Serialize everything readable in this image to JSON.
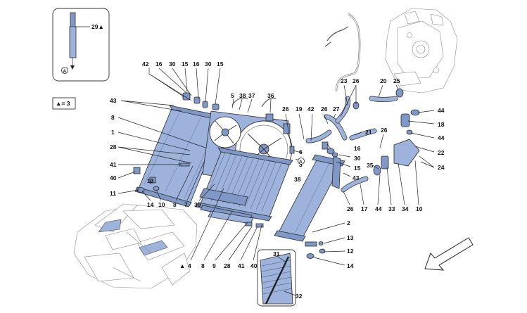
{
  "inset_top": {
    "part_label": "29▲",
    "circle_marker": "A"
  },
  "legend": {
    "text": "▲= 3"
  },
  "callouts": [
    {
      "id": "c42a",
      "text": "42"
    },
    {
      "id": "c16a",
      "text": "16"
    },
    {
      "id": "c30a",
      "text": "30"
    },
    {
      "id": "c15a",
      "text": "15"
    },
    {
      "id": "c16b",
      "text": "16"
    },
    {
      "id": "c30b",
      "text": "30"
    },
    {
      "id": "c15b",
      "text": "15"
    },
    {
      "id": "c43a",
      "text": "43"
    },
    {
      "id": "c5",
      "text": "5"
    },
    {
      "id": "c38a",
      "text": "38"
    },
    {
      "id": "c37",
      "text": "37"
    },
    {
      "id": "c36",
      "text": "36"
    },
    {
      "id": "c8a",
      "text": "8"
    },
    {
      "id": "c1",
      "text": "1"
    },
    {
      "id": "c28a",
      "text": "28"
    },
    {
      "id": "c41a",
      "text": "41"
    },
    {
      "id": "c40a",
      "text": "40"
    },
    {
      "id": "c11",
      "text": "11"
    },
    {
      "id": "c13a",
      "text": "13"
    },
    {
      "id": "c14a",
      "text": "14"
    },
    {
      "id": "c10a",
      "text": "10"
    },
    {
      "id": "c8b",
      "text": "8"
    },
    {
      "id": "c7",
      "text": "7"
    },
    {
      "id": "c39",
      "text": "39"
    },
    {
      "id": "c26a",
      "text": "26"
    },
    {
      "id": "c19",
      "text": "19"
    },
    {
      "id": "c42b",
      "text": "42"
    },
    {
      "id": "c26b",
      "text": "26"
    },
    {
      "id": "c27",
      "text": "27"
    },
    {
      "id": "c6",
      "text": "6"
    },
    {
      "id": "c3",
      "text": "3"
    },
    {
      "id": "cA2",
      "text": "A"
    },
    {
      "id": "c38b",
      "text": "38"
    },
    {
      "id": "c23",
      "text": "23"
    },
    {
      "id": "c26c",
      "text": "26"
    },
    {
      "id": "c20",
      "text": "20"
    },
    {
      "id": "c25",
      "text": "25"
    },
    {
      "id": "c21",
      "text": "21"
    },
    {
      "id": "c26d",
      "text": "26"
    },
    {
      "id": "c16c",
      "text": "16"
    },
    {
      "id": "c30c",
      "text": "30"
    },
    {
      "id": "c15c",
      "text": "15"
    },
    {
      "id": "c43b",
      "text": "43"
    },
    {
      "id": "c44a",
      "text": "44"
    },
    {
      "id": "c18",
      "text": "18"
    },
    {
      "id": "c44b",
      "text": "44"
    },
    {
      "id": "c22",
      "text": "22"
    },
    {
      "id": "c24",
      "text": "24"
    },
    {
      "id": "c35",
      "text": "35"
    },
    {
      "id": "c26e",
      "text": "26"
    },
    {
      "id": "c17",
      "text": "17"
    },
    {
      "id": "c44c",
      "text": "44"
    },
    {
      "id": "c33",
      "text": "33"
    },
    {
      "id": "c34",
      "text": "34"
    },
    {
      "id": "c10b",
      "text": "10"
    },
    {
      "id": "c2",
      "text": "2"
    },
    {
      "id": "c13b",
      "text": "13"
    },
    {
      "id": "c12",
      "text": "12"
    },
    {
      "id": "c14b",
      "text": "14"
    },
    {
      "id": "ctri",
      "text": "▲"
    },
    {
      "id": "c4",
      "text": "4"
    },
    {
      "id": "c8c",
      "text": "8"
    },
    {
      "id": "c9",
      "text": "9"
    },
    {
      "id": "c28b",
      "text": "28"
    },
    {
      "id": "c41b",
      "text": "41"
    },
    {
      "id": "c40b",
      "text": "40"
    },
    {
      "id": "c31",
      "text": "31"
    },
    {
      "id": "c32",
      "text": "32"
    }
  ],
  "colors": {
    "part_fill": "#9db3dc",
    "part_dark": "#7f98c7",
    "outline": "#2a2a2a",
    "ghost": "#8a8a8a"
  },
  "icons": {
    "direction_arrow": "direction-arrow-icon",
    "circle_marker": "circle-a-icon"
  }
}
